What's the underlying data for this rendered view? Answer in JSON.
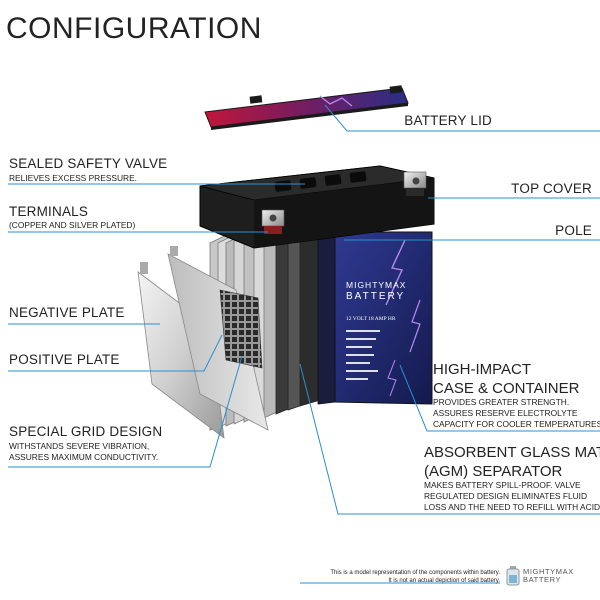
{
  "title": "CONFIGURATION",
  "labels": {
    "battery_lid": "BATTERY LID",
    "sealed_safety_valve": "SEALED SAFETY VALVE",
    "sealed_safety_valve_sub": "RELIEVES EXCESS PRESSURE.",
    "terminals": "TERMINALS",
    "terminals_sub": "(COPPER AND SILVER PLATED)",
    "top_cover": "TOP COVER",
    "pole": "POLE",
    "negative_plate": "NEGATIVE PLATE",
    "positive_plate": "POSITIVE PLATE",
    "high_impact_1": "HIGH-IMPACT",
    "high_impact_2": "CASE & CONTAINER",
    "high_impact_sub_1": "PROVIDES GREATER STRENGTH.",
    "high_impact_sub_2": "ASSURES RESERVE ELECTROLYTE",
    "high_impact_sub_3": "CAPACITY FOR COOLER TEMPERATURES.",
    "special_grid": "SPECIAL GRID DESIGN",
    "special_grid_sub_1": "WITHSTANDS SEVERE VIBRATION,",
    "special_grid_sub_2": "ASSURES MAXIMUM CONDUCTIVITY.",
    "agm_1": "ABSORBENT GLASS MAT",
    "agm_2": "(AGM) SEPARATOR",
    "agm_sub_1": "MAKES BATTERY SPILL-PROOF. VALVE",
    "agm_sub_2": "REGULATED DESIGN ELIMINATES FLUID",
    "agm_sub_3": "LOSS AND THE NEED TO REFILL WITH ACID."
  },
  "battery_face": {
    "brand": "MIGHTYMAX",
    "brand_2": "BATTERY",
    "voltage": "12 VOLT 18 AMP HR"
  },
  "footer": {
    "note_1": "This is a model representation of the components within battery.",
    "note_2": "It is not an actual depiction of said battery.",
    "brand_1": "MIGHTYMAX",
    "brand_2": "BATTERY"
  },
  "colors": {
    "leader_line": "#2b8fd0",
    "case_blue": "#26317a",
    "lightning": "#b48cf0",
    "lid_red": "#c0163a"
  }
}
